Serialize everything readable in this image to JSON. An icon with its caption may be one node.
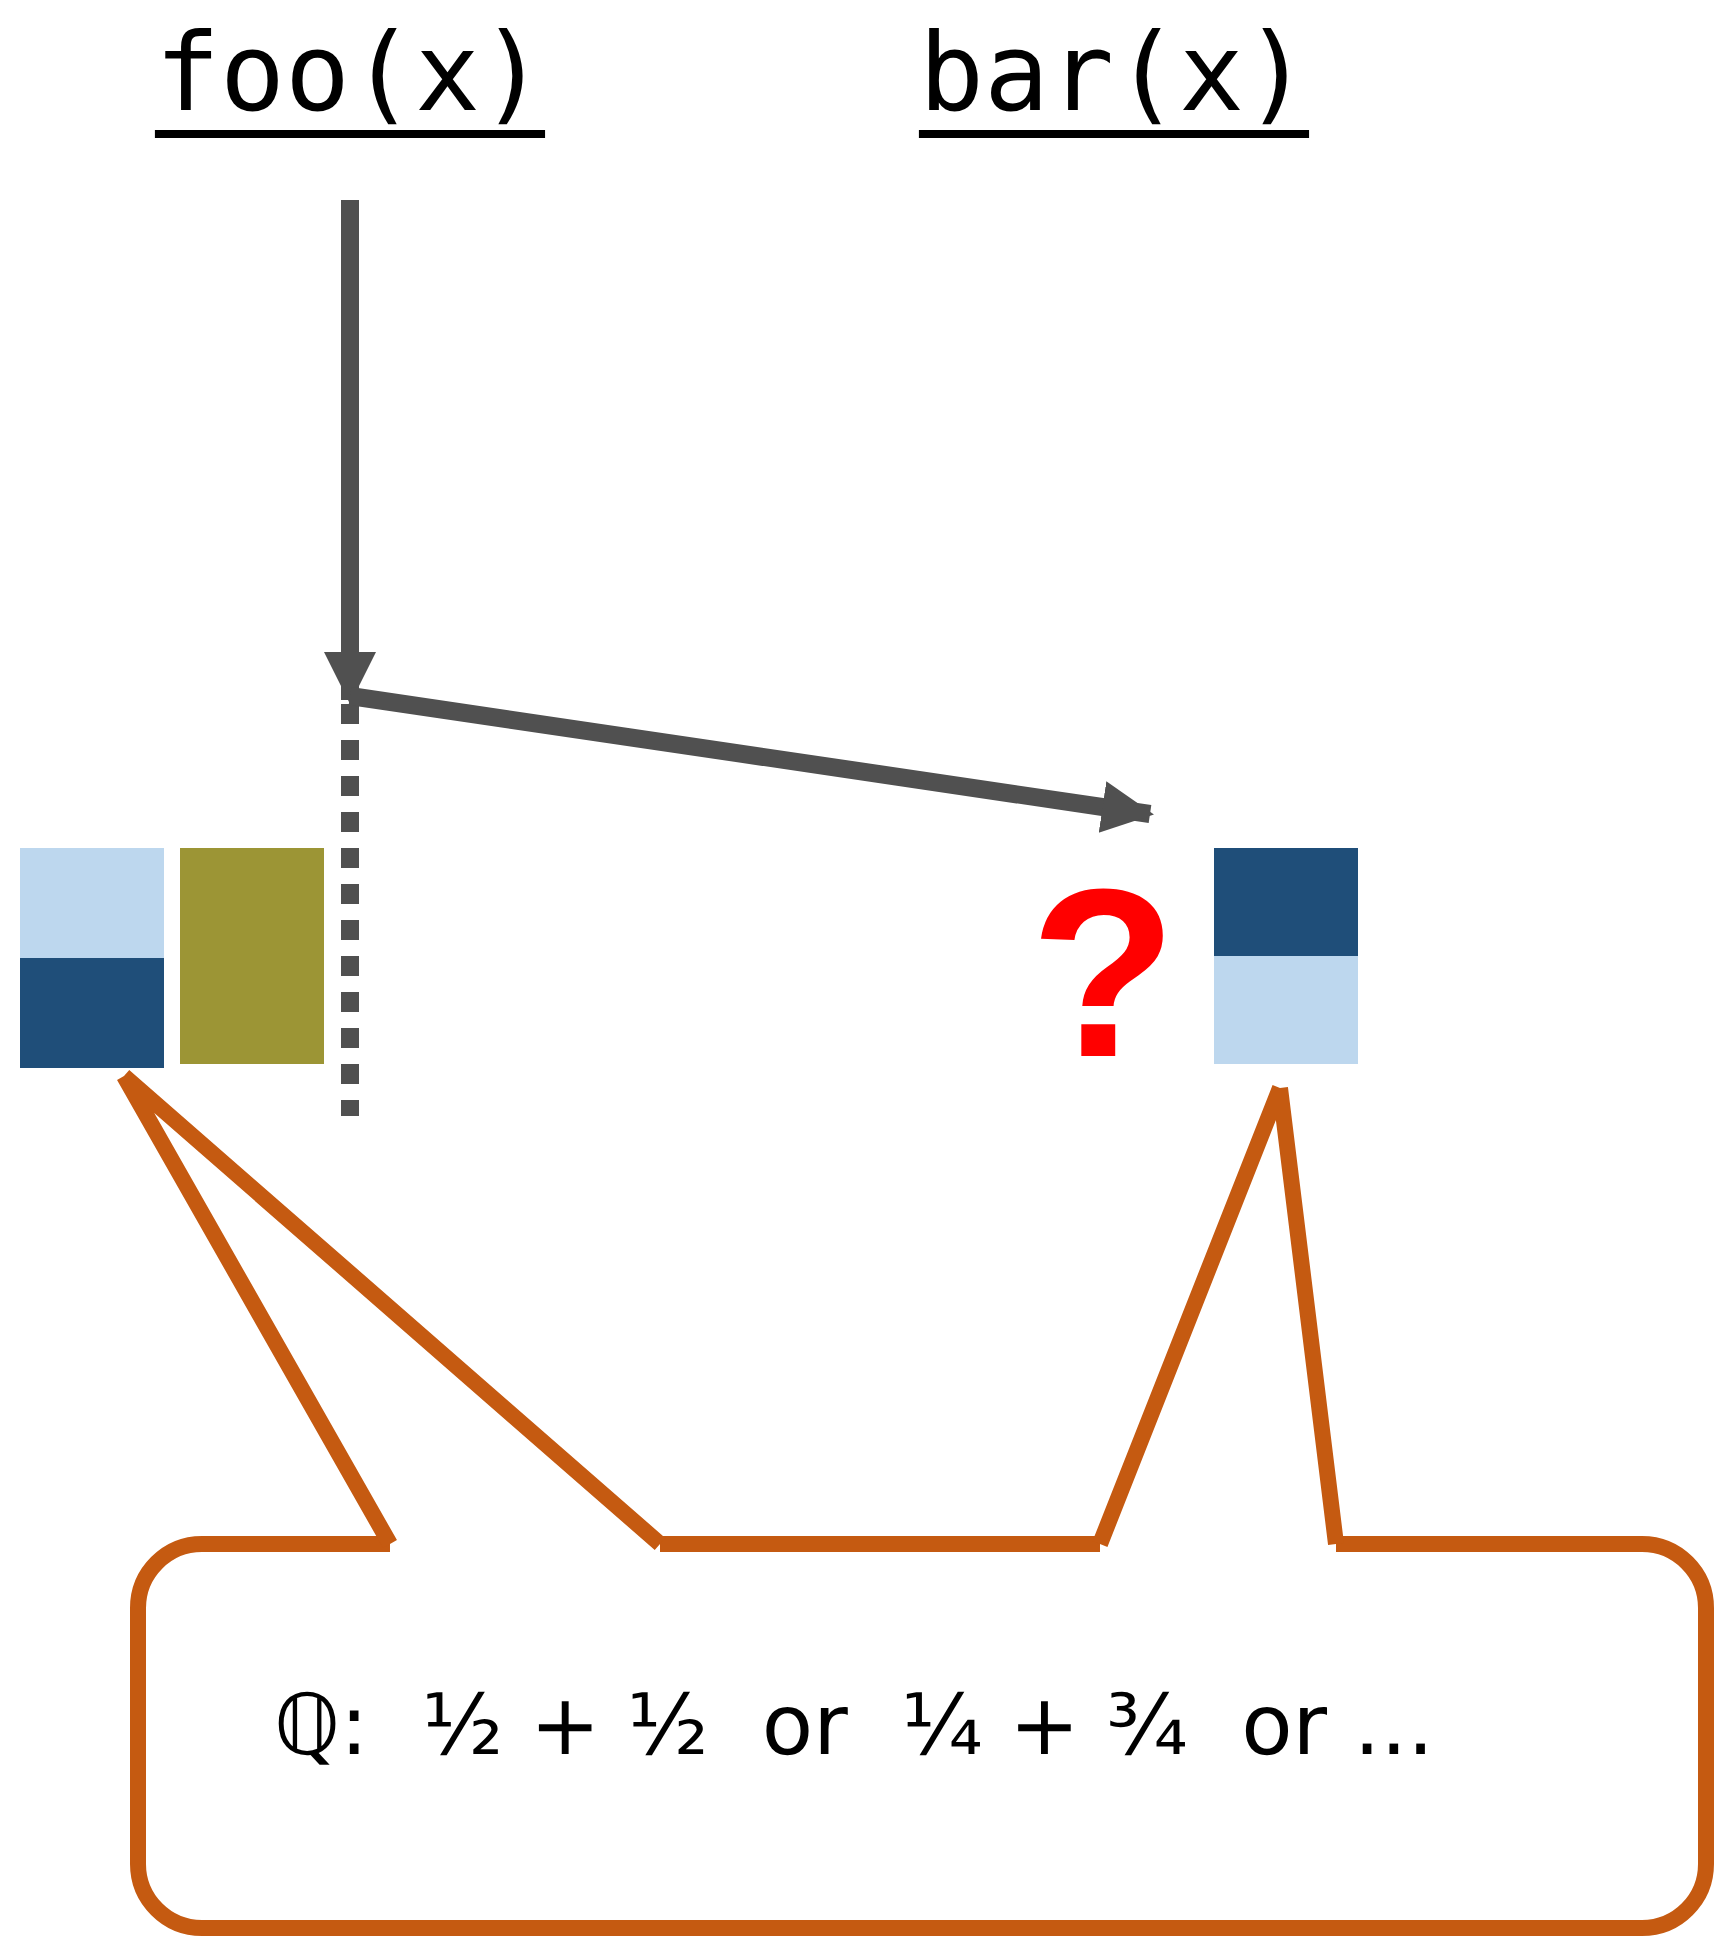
{
  "diagram": {
    "nodes": [
      {
        "text": [
          "foo(x)"
        ]
      },
      {
        "text": [
          "bar(x)"
        ]
      },
      {
        "text": [],
        "shape": "line"
      },
      {
        "text": [],
        "shape": "box"
      },
      {
        "text": [],
        "shape": "box"
      },
      {
        "text": [],
        "shape": "box"
      },
      {
        "text": [
          "ℚ:  ½ + ½  or  ¼ + ¾  or ..."
        ]
      }
    ],
    "edges": [
      {
        "from": 0,
        "to": 2,
        "arrow": "to",
        "color": "#505050"
      },
      {
        "from": 2,
        "to": 5,
        "arrow": "to",
        "color": "#505050"
      },
      {
        "from": 6,
        "to": 3,
        "arrow": "none",
        "color": "#c55a11"
      },
      {
        "from": 6,
        "to": 5,
        "arrow": "none",
        "color": "#c55a11"
      }
    ],
    "labels": [
      "?"
    ]
  }
}
